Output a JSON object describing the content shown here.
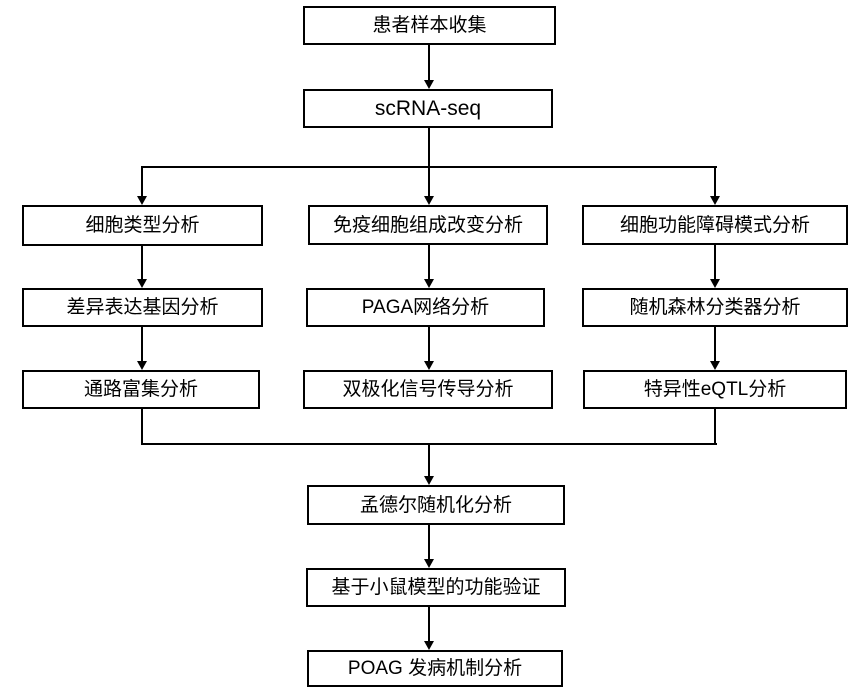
{
  "diagram_type": "flowchart",
  "colors": {
    "background": "#ffffff",
    "box_fill": "#ffffff",
    "box_border": "#000000",
    "line": "#000000",
    "text": "#000000"
  },
  "nodes": {
    "patient_sample": "患者样本收集",
    "scrna_seq": "scRNA-seq",
    "cell_type_analysis": "细胞类型分析",
    "immune_composition": "免疫细胞组成改变分析",
    "dysfunction_pattern": "细胞功能障碍模式分析",
    "deg_analysis": "差异表达基因分析",
    "paga_network": "PAGA网络分析",
    "random_forest": "随机森林分类器分析",
    "pathway_enrichment": "通路富集分析",
    "bipolar_signaling": "双极化信号传导分析",
    "eqtl_analysis": "特异性eQTL分析",
    "mendelian_randomization": "孟德尔随机化分析",
    "mouse_model_validation": "基于小鼠模型的功能验证",
    "poag_mechanism": "POAG 发病机制分析"
  },
  "edges": [
    {
      "from": "patient_sample",
      "to": "scrna_seq"
    },
    {
      "from": "scrna_seq",
      "to": "cell_type_analysis"
    },
    {
      "from": "scrna_seq",
      "to": "immune_composition"
    },
    {
      "from": "scrna_seq",
      "to": "dysfunction_pattern"
    },
    {
      "from": "cell_type_analysis",
      "to": "deg_analysis"
    },
    {
      "from": "immune_composition",
      "to": "paga_network"
    },
    {
      "from": "dysfunction_pattern",
      "to": "random_forest"
    },
    {
      "from": "deg_analysis",
      "to": "pathway_enrichment"
    },
    {
      "from": "paga_network",
      "to": "bipolar_signaling"
    },
    {
      "from": "random_forest",
      "to": "eqtl_analysis"
    },
    {
      "from": "pathway_enrichment",
      "to": "mendelian_randomization"
    },
    {
      "from": "eqtl_analysis",
      "to": "mendelian_randomization"
    },
    {
      "from": "mendelian_randomization",
      "to": "mouse_model_validation"
    },
    {
      "from": "mouse_model_validation",
      "to": "poag_mechanism"
    }
  ]
}
